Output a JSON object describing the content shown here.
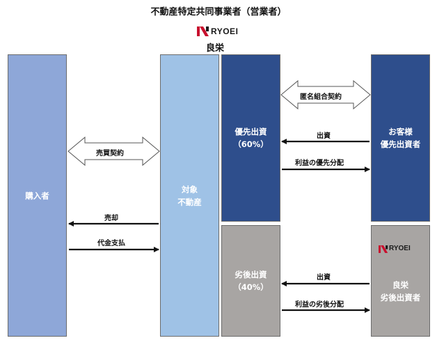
{
  "header": {
    "title": "不動産特定共同事業者（営業者）",
    "logo_text": "RYOEI",
    "company_name": "良栄"
  },
  "boxes": {
    "buyer": "購入者",
    "property_line1": "対象",
    "property_line2": "不動産",
    "senior_line1": "優先出資",
    "senior_line2": "（60%）",
    "junior_line1": "劣後出資",
    "junior_line2": "（40%）",
    "customer_line1": "お客様",
    "customer_line2": "優先出資者",
    "ryoei_logo_text": "RYOEI",
    "ryoei_line1": "良栄",
    "ryoei_line2": "劣後出資者"
  },
  "labels": {
    "anonymous_partnership": "匿名組合契約",
    "sales_contract": "売買契約",
    "sale": "売却",
    "payment": "代金支払",
    "investment_senior": "出資",
    "profit_senior": "利益の優先分配",
    "investment_junior": "出資",
    "profit_junior": "利益の劣後分配"
  },
  "colors": {
    "navy": "#2e4e8c",
    "light_blue": "#9fc2e6",
    "periwinkle": "#8ea7d8",
    "gray": "#a8a5a3",
    "logo_red": "#c8102e"
  }
}
